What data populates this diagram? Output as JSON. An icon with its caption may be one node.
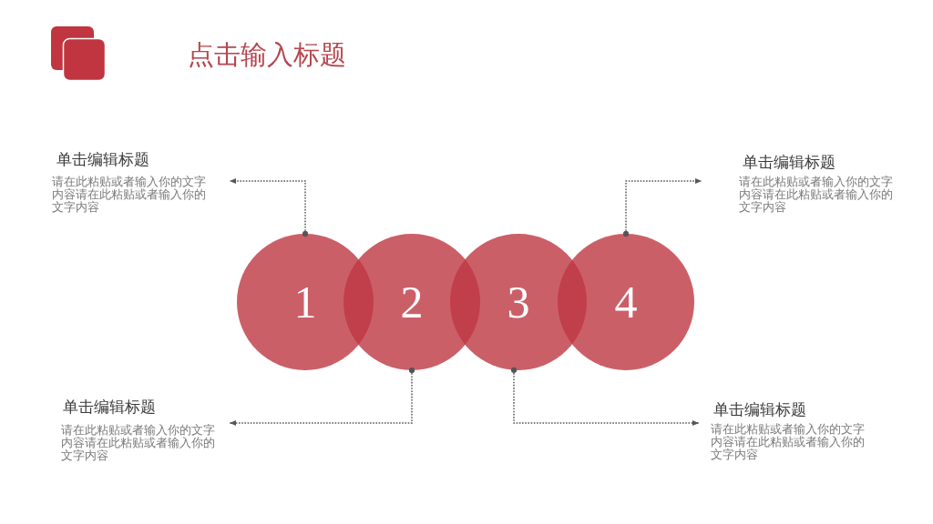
{
  "diagram": {
    "title": "点击输入标题",
    "nodes": [
      {
        "text": [
          "单击编辑标题",
          "请在此粘贴或者输入你的文字内容请在此粘贴或者输入你的文字内容"
        ]
      },
      {
        "text": [
          "单击编辑标题",
          "请在此粘贴或者输入你的文字内容请在此粘贴或者输入你的文字内容"
        ]
      },
      {
        "text": [
          "1"
        ]
      },
      {
        "text": [
          "2"
        ]
      },
      {
        "text": [
          "3"
        ]
      },
      {
        "text": [
          "4"
        ]
      },
      {
        "text": [
          "单击编辑标题",
          "请在此粘贴或者输入你的文字内容请在此粘贴或者输入你的文字内容"
        ]
      },
      {
        "text": [
          "单击编辑标题",
          "请在此粘贴或者输入你的文字内容请在此粘贴或者输入你的文字内容"
        ]
      }
    ],
    "edges": [
      {
        "from": 2,
        "to": 0,
        "arrow": "to",
        "style": "dashed"
      },
      {
        "from": 5,
        "to": 1,
        "arrow": "to",
        "style": "dashed"
      },
      {
        "from": 3,
        "to": 6,
        "arrow": "to",
        "style": "dashed"
      },
      {
        "from": 4,
        "to": 7,
        "arrow": "to",
        "style": "dashed"
      }
    ]
  }
}
